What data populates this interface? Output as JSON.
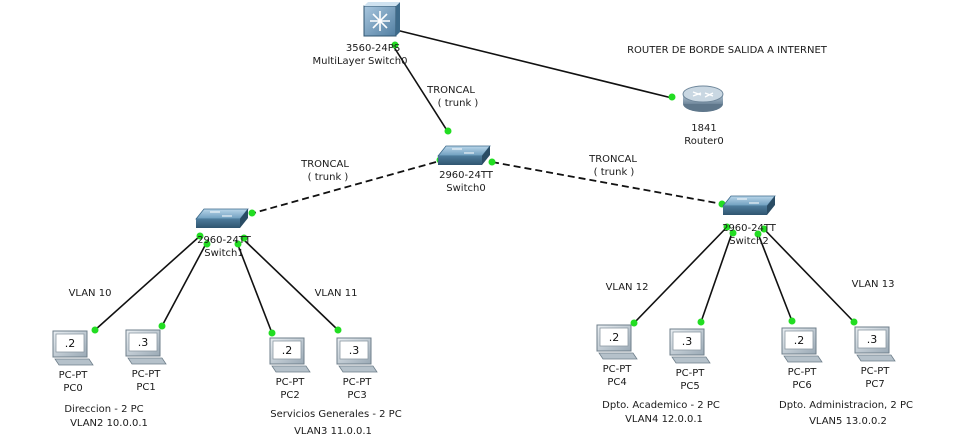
{
  "title_note": "ROUTER DE BORDE SALIDA A INTERNET",
  "devices": {
    "multilayer": {
      "model": "3560-24PS",
      "name": "MultiLayer Switch0"
    },
    "router": {
      "model": "1841",
      "name": "Router0"
    },
    "switch0": {
      "model": "2960-24TT",
      "name": "Switch0"
    },
    "switch1": {
      "model": "2960-24TT",
      "name": "Switch1"
    },
    "switch2": {
      "model": "2960-24TT",
      "name": "Switch2"
    }
  },
  "links": {
    "trunk_core": {
      "line1": "TRONCAL",
      "line2": "( trunk )"
    },
    "trunk_left": {
      "line1": "TRONCAL",
      "line2": "( trunk )"
    },
    "trunk_right": {
      "line1": "TRONCAL",
      "line2": "( trunk )"
    }
  },
  "vlans": {
    "v10": "VLAN 10",
    "v11": "VLAN 11",
    "v12": "VLAN 12",
    "v13": "VLAN 13"
  },
  "pcs": [
    {
      "screen": ".2",
      "type": "PC-PT",
      "name": "PC0"
    },
    {
      "screen": ".3",
      "type": "PC-PT",
      "name": "PC1"
    },
    {
      "screen": ".2",
      "type": "PC-PT",
      "name": "PC2"
    },
    {
      "screen": ".3",
      "type": "PC-PT",
      "name": "PC3"
    },
    {
      "screen": ".2",
      "type": "PC-PT",
      "name": "PC4"
    },
    {
      "screen": ".3",
      "type": "PC-PT",
      "name": "PC5"
    },
    {
      "screen": ".2",
      "type": "PC-PT",
      "name": "PC6"
    },
    {
      "screen": ".3",
      "type": "PC-PT",
      "name": "PC7"
    }
  ],
  "groups": {
    "direccion": {
      "line1": "Direccion - 2 PC",
      "line2": "VLAN2  10.0.0.1"
    },
    "servicios": {
      "line1": "Servicios Generales - 2 PC",
      "line2": "VLAN3  11.0.0.1"
    },
    "academico": {
      "line1": "Dpto. Academico - 2 PC",
      "line2": "VLAN4  12.0.0.1"
    },
    "administracion": {
      "line1": "Dpto. Administracion, 2 PC",
      "line2": "VLAN5  13.0.0.2"
    }
  },
  "colors": {
    "link_up": "#2ecc2e",
    "cable": "#111111",
    "switch_body": "#5d8fb0",
    "pc_body": "#c8d4dc"
  }
}
